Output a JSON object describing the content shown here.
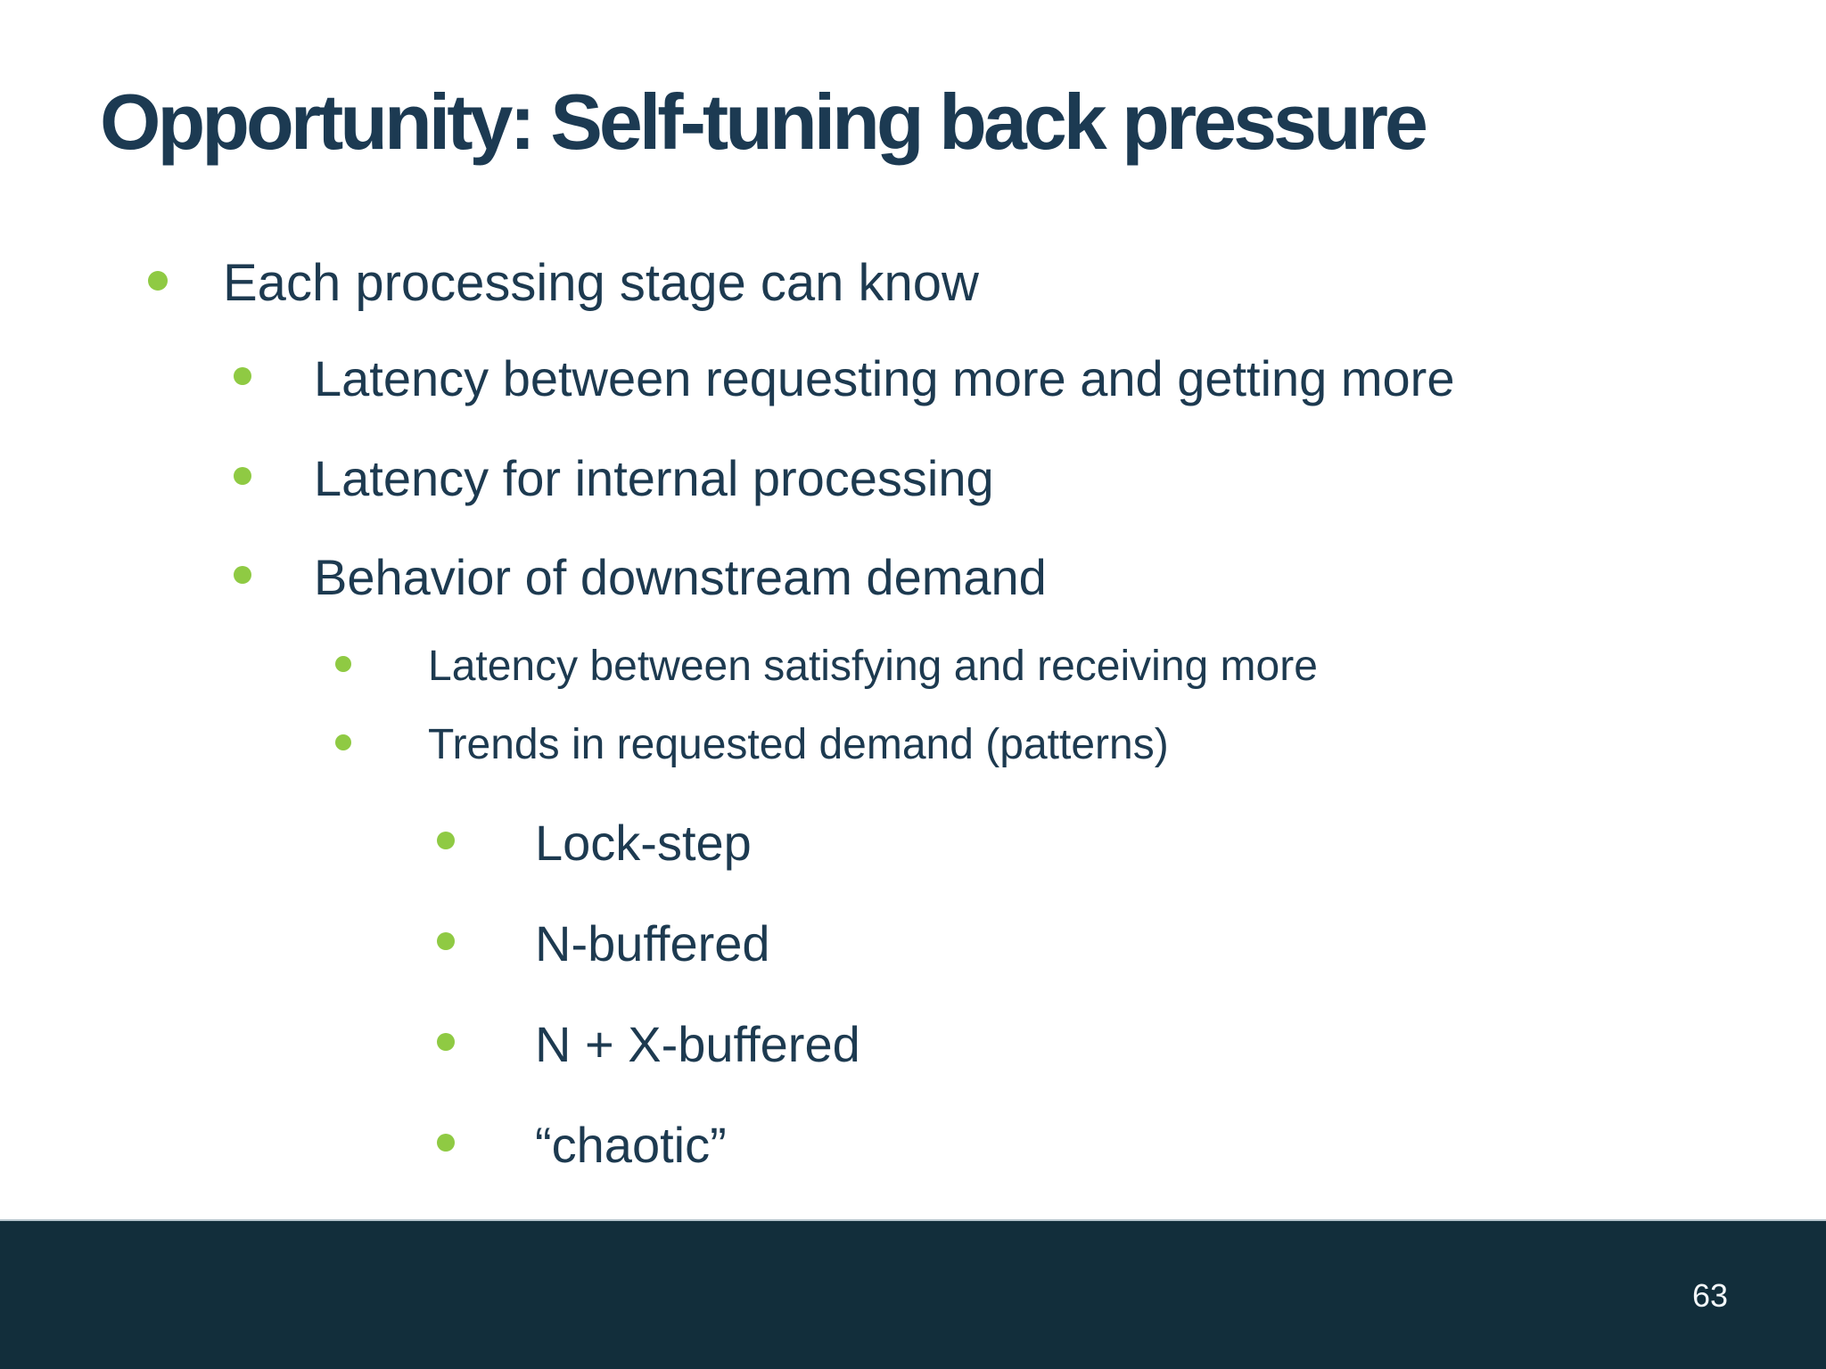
{
  "slide": {
    "title": "Opportunity: Self-tuning back pressure",
    "page_number": "63",
    "colors": {
      "background": "#ffffff",
      "title_text": "#1c3a52",
      "body_text": "#1d3a50",
      "bullet_green": "#8fca43",
      "footer_bg": "#122e3b",
      "page_number_text": "#f4f8fa"
    },
    "bullets": [
      {
        "level": 1,
        "text": "Each processing stage can know"
      },
      {
        "level": 2,
        "text": "Latency between requesting more and getting more"
      },
      {
        "level": 2,
        "text": "Latency for internal processing"
      },
      {
        "level": 2,
        "text": "Behavior of downstream demand"
      },
      {
        "level": 3,
        "text": "Latency between satisfying and receiving more"
      },
      {
        "level": 3,
        "text": "Trends in requested demand (patterns)"
      },
      {
        "level": 4,
        "text": "Lock-step"
      },
      {
        "level": 4,
        "text": "N-buffered"
      },
      {
        "level": 4,
        "text": "N + X-buffered"
      },
      {
        "level": 4,
        "text": "“chaotic”"
      }
    ]
  }
}
